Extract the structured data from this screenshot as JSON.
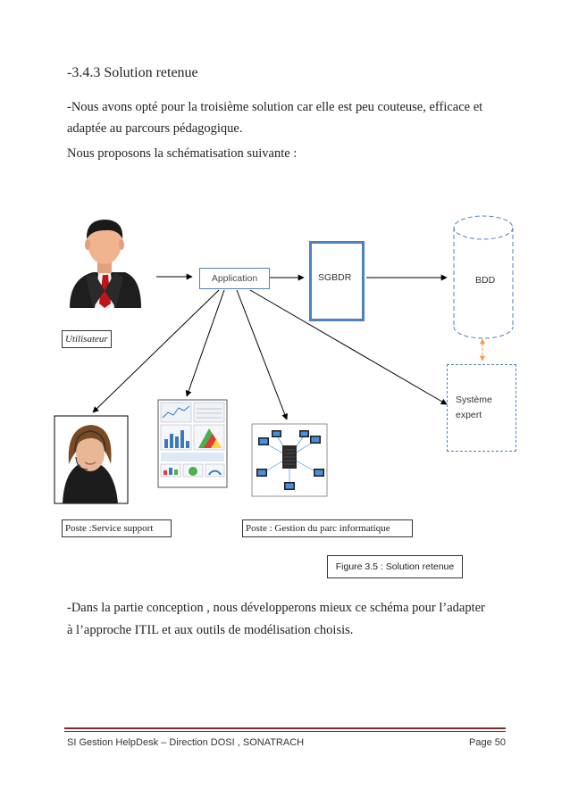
{
  "heading": "-3.4.3 Solution retenue",
  "para1_line1": "-Nous avons opté pour la troisième  solution car elle  est peu couteuse, efficace et",
  "para1_line2": "adaptée au parcours pédagogique.",
  "para2": "Nous proposons la schématisation suivante  :",
  "diagram": {
    "application": "Application",
    "sgbdr": "SGBDR",
    "bdd": "BDD",
    "expert_line1": "Système",
    "expert_line2": "expert",
    "utilisateur": "Utilisateur",
    "poste_support": "Poste :Service support",
    "poste_gestion": "Poste : Gestion du parc informatique",
    "caption": "Figure 3.5 : Solution retenue"
  },
  "para3_line1": "-Dans la partie conception , nous développerons mieux ce schéma pour l’adapter",
  "para3_line2": "à l’approche ITIL et aux outils  de modélisation  choisis.",
  "footer": {
    "left": "SI Gestion HelpDesk – Direction DOSI , SONATRACH",
    "right": "Page 50"
  },
  "colors": {
    "accent_blue": "#4f81bd",
    "footer_rule": "#7b2a2a",
    "dashed_link": "#f79646"
  }
}
